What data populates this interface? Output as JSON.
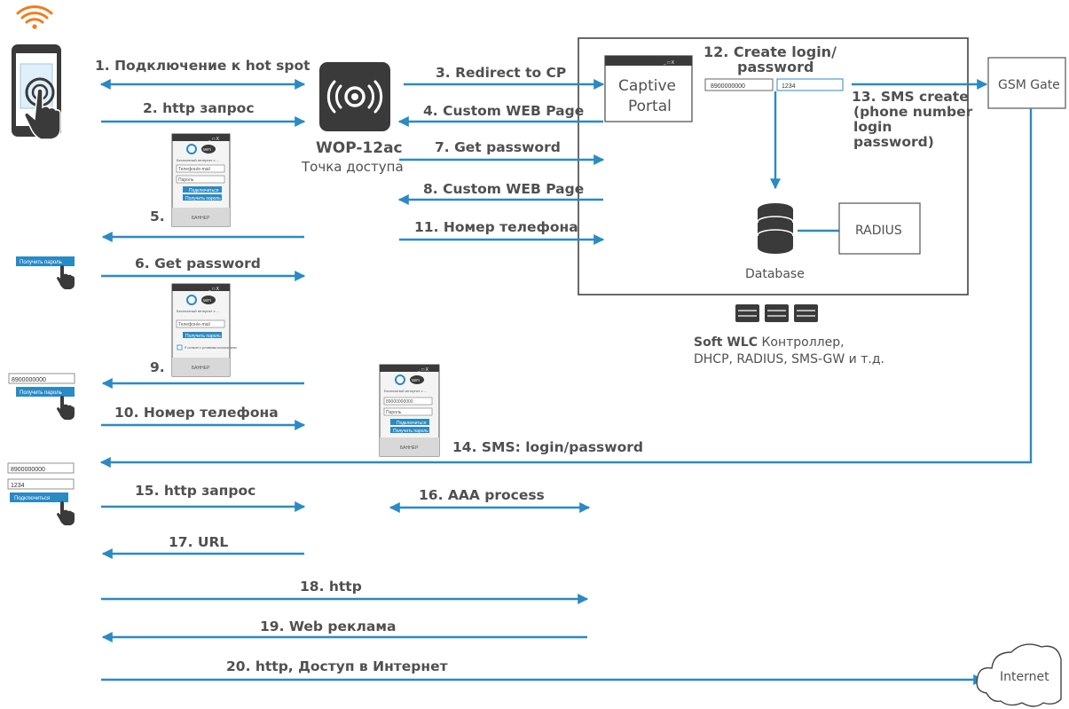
{
  "colors": {
    "accent": "#2a8ac4",
    "wifi_orange": "#f07c1e",
    "text": "#505050",
    "dark": "#3a3a3a"
  },
  "steps": {
    "s1": "1. Подключение к hot spot",
    "s2": "2. http запрос",
    "s3": "3. Redirect to CP",
    "s4": "4. Custom WEB Page",
    "s5": "5.",
    "s6": "6. Get password",
    "s7": "7. Get password",
    "s8": "8. Custom WEB Page",
    "s9": "9.",
    "s10": "10. Номер телефона",
    "s11": "11. Номер телефона",
    "s12_line1": "12. Create login/",
    "s12_line2": "password",
    "s13_line1": "13. SMS create",
    "s13_line2": "(phone number",
    "s13_line3": "login",
    "s13_line4": "password)",
    "s14": "14. SMS: login/password",
    "s15": "15. http запрос",
    "s16": "16. AAA process",
    "s17": "17. URL",
    "s18": "18. http",
    "s19": "19. Web реклама",
    "s20": "20. http, Доступ в Интернет"
  },
  "devices": {
    "ap_name": "WOP-12ac",
    "ap_sub": "Точка доступа",
    "captive_line1": "Captive",
    "captive_line2": "Portal",
    "gsm": "GSM Gate",
    "radius": "RADIUS",
    "database": "Database",
    "internet": "Internet",
    "softwlc_bold": "Soft WLC",
    "softwlc_rest": " Контроллер,",
    "softwlc_line2": "DHCP, RADIUS, SMS-GW и т.д.",
    "login_field": "8900000000",
    "password_field": "1234"
  },
  "forms": {
    "window_ctrl": "_ □ X",
    "wifi_badge": "WiFi",
    "heading": "Бесплатный интернет с ...",
    "field_phone_email": "Телефон/e-mail",
    "field_password": "Пароль",
    "btn_connect": "Подключиться",
    "btn_get_password": "Получить пароль",
    "banner": "БАННЕР",
    "phone_value": "89000000000",
    "agree_text": "Я согласен с условиями использования",
    "side_get_password": "Получить пароль",
    "side_phone": "8900000000",
    "side_connect": "Подключиться",
    "side_password": "1234"
  }
}
